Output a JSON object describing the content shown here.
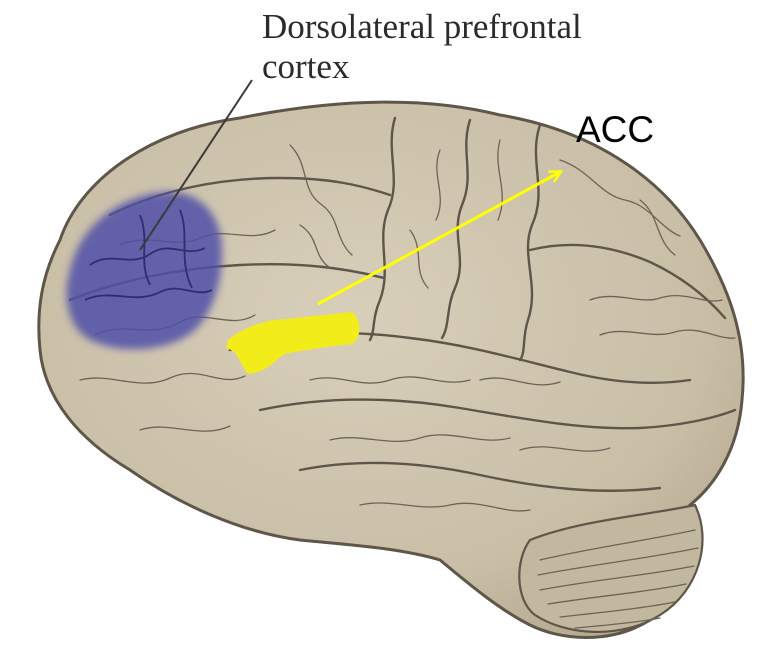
{
  "labels": {
    "dlpfc_line1": "Dorsolateral prefrontal",
    "dlpfc_line2": "cortex",
    "acc": "ACC"
  },
  "colors": {
    "background": "#ffffff",
    "brain_fill": "#cdc3ad",
    "brain_outline": "#5e5648",
    "dlpfc_highlight": "#4f4fa8",
    "insula_highlight": "#f2ec1a",
    "arrow": "#ffff00",
    "leader_line": "#3a3a3a"
  },
  "icons": {
    "brain": "brain-lateral-view-illustration"
  }
}
